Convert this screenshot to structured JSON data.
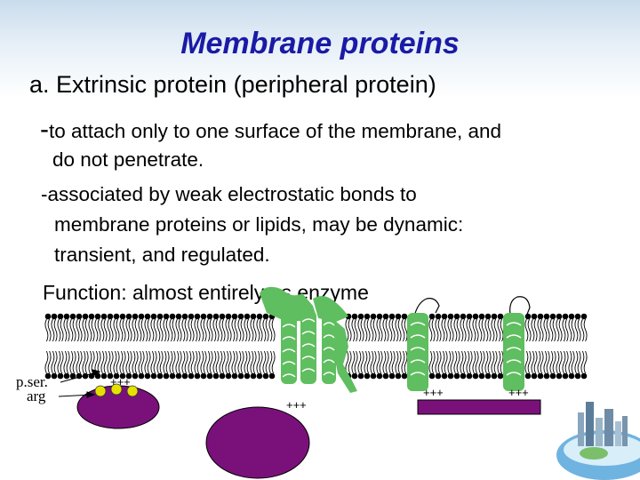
{
  "slide": {
    "title": "Membrane proteins",
    "heading_a": "a. Extrinsic protein (peripheral protein)",
    "bullet1_dash": "-",
    "bullet1_line1": "to attach only to one surface of the membrane, and",
    "bullet1_line2": "do not penetrate.",
    "bullet2_line1": "-associated by weak electrostatic bonds to",
    "bullet2_line2": "membrane proteins or lipids, may be dynamic:",
    "bullet2_line3": "transient, and regulated.",
    "function_line": "Function: almost entirely as enzyme"
  },
  "diagram": {
    "label_pser": "p.ser.",
    "label_arg": "arg",
    "charge_marks": [
      "+++",
      "+++",
      "+++",
      "+++"
    ],
    "colors": {
      "protein_purple": "#7a117a",
      "anchor_bead": "#e6e000",
      "integral_green": "#5fbe5f",
      "lipid_black": "#000000",
      "title_blue": "#1a1aa6"
    }
  }
}
